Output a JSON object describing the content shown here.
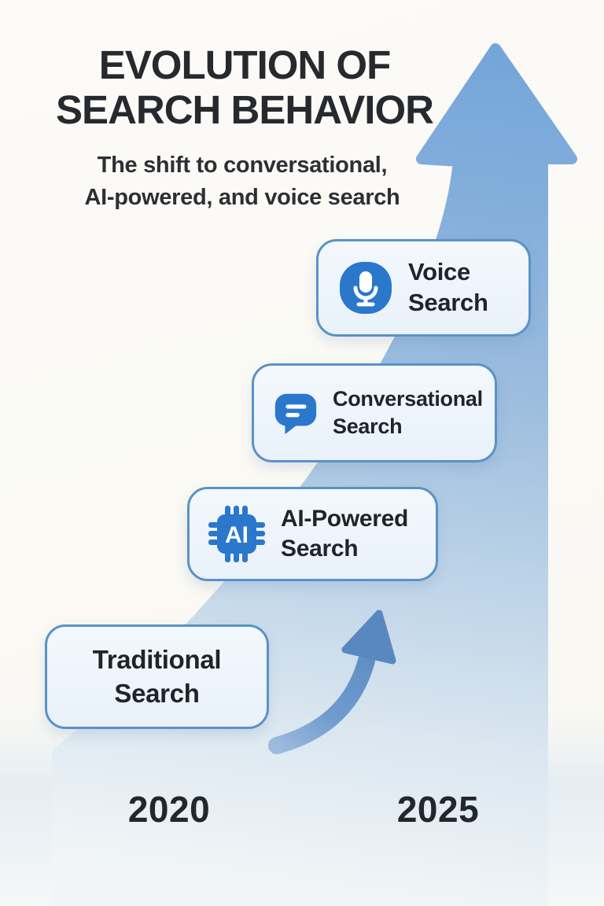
{
  "poster": {
    "title_line1": "EVOLUTION OF",
    "title_line2": "SEARCH BEHAVIOR",
    "subtitle_line1": "The shift to conversational,",
    "subtitle_line2": "AI-powered, and voice search"
  },
  "stages": [
    {
      "name": "voice-search",
      "label_line1": "Voice",
      "label_line2": "Search",
      "icon": "microphone-icon"
    },
    {
      "name": "conversational-search",
      "label_line1": "Conversational",
      "label_line2": "Search",
      "icon": "chat-bubble-icon"
    },
    {
      "name": "ai-powered-search",
      "label_line1": "AI-Powered",
      "label_line2": "Search",
      "icon": "ai-chip-icon",
      "icon_text": "AI"
    },
    {
      "name": "traditional-search",
      "label_line1": "Traditional",
      "label_line2": "Search",
      "icon": null
    }
  ],
  "timeline": {
    "start_year": "2020",
    "end_year": "2025"
  },
  "colors": {
    "icon_blue": "#2b77cc",
    "card_border_blue": "#5a92c6",
    "arrow_blue_top": "#74a5d9",
    "arrow_blue_fade": "#eff4f7",
    "swoosh_blue": "#5e92c6",
    "text_dark": "#26292d",
    "background_cream": "#faf9f4"
  }
}
